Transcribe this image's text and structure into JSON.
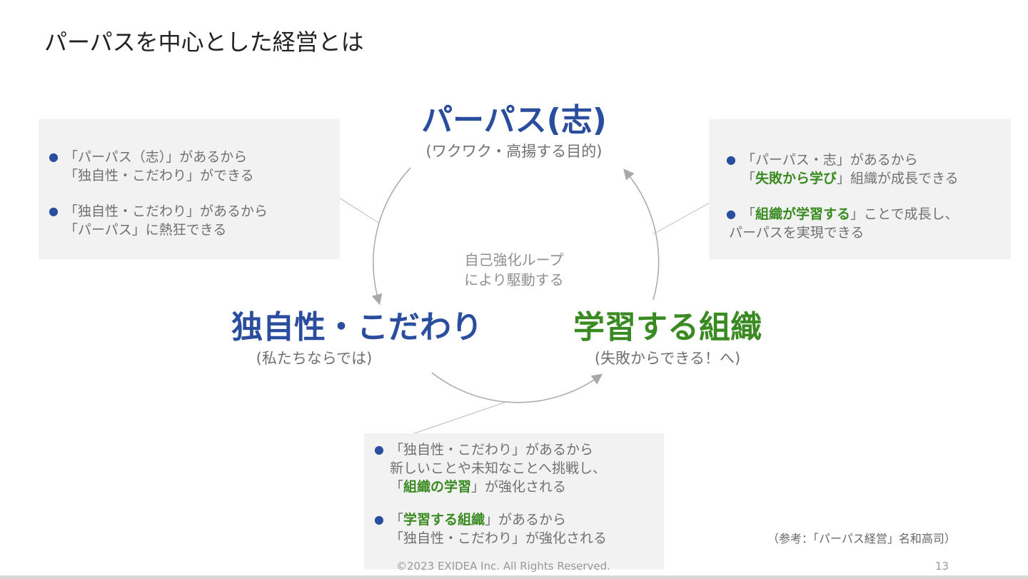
{
  "title": "パーパスを中心とした経営とは",
  "nodes": {
    "purpose": {
      "title": "パーパス(志)",
      "subtitle": "(ワクワク・高揚する目的)"
    },
    "uniqueness": {
      "title": "独自性・こだわり",
      "subtitle": "(私たちならでは)"
    },
    "learning": {
      "title": "学習する組織",
      "subtitle": "(失敗からできる！へ)"
    }
  },
  "center_text": {
    "line1": "自己強化ループ",
    "line2": "により駆動する"
  },
  "left_box": {
    "b1": {
      "l1": "「パーパス（志）」があるから",
      "l2": "「独自性・こだわり」ができる"
    },
    "b2": {
      "l1": "「独自性・こだわり」があるから",
      "l2": "「パーパス」に熱狂できる"
    }
  },
  "right_box": {
    "b1": {
      "l1": "「パーパス・志」があるから",
      "l2_pre": "「",
      "l2_em": "失敗から学び",
      "l2_post": "」組織が成長できる"
    },
    "b2": {
      "l1_pre": "「",
      "l1_em": "組織が学習する",
      "l1_post": "」ことで成長し、",
      "l2": "パーパスを実現できる"
    }
  },
  "bottom_box": {
    "b1": {
      "l1": "「独自性・こだわり」があるから",
      "l2": "新しいことや未知なことへ挑戦し、",
      "l3_pre": "「",
      "l3_em": "組織の学習",
      "l3_post": "」が強化される"
    },
    "b2": {
      "l1_pre": "「",
      "l1_em": "学習する組織",
      "l1_post": "」があるから",
      "l2": "「独自性・こだわり」が強化される"
    }
  },
  "reference": "（参考：「パーパス経営」名和高司）",
  "footer": {
    "copyright": "©2023 EXIDEA Inc. All Rights Reserved.",
    "page": "13"
  },
  "colors": {
    "blue": "#2a4d9e",
    "green": "#3a8a22",
    "box": "#f2f2f2"
  }
}
